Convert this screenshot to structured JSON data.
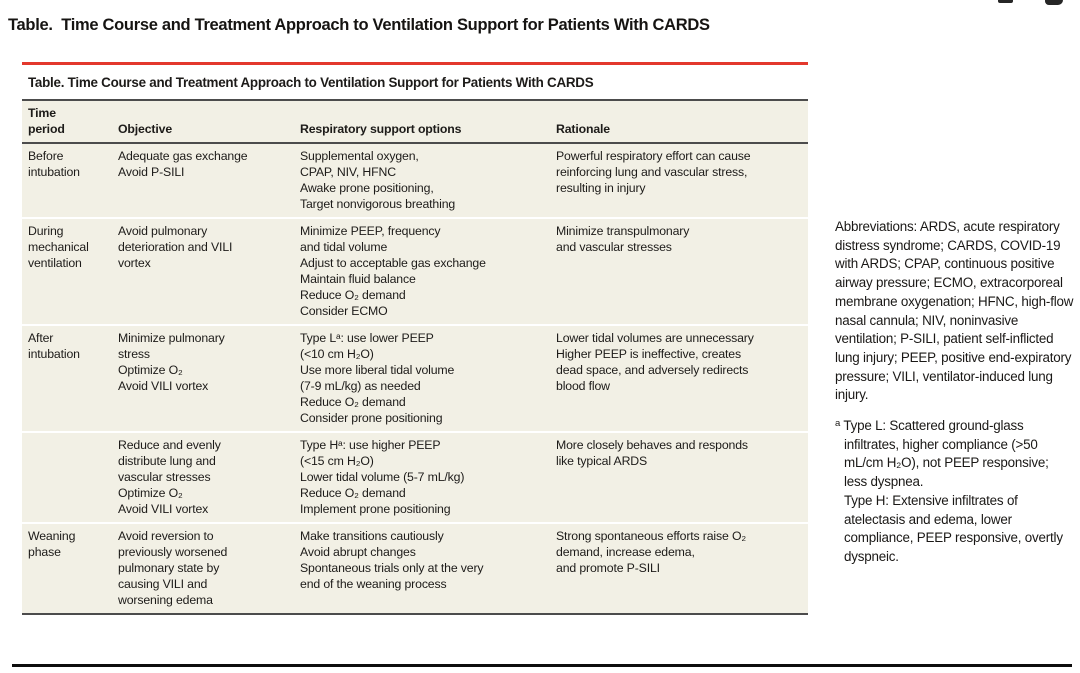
{
  "page": {
    "heading": "Table.  Time Course and Treatment Approach to Ventilation Support for Patients With CARDS"
  },
  "table": {
    "title": "Table. Time Course and Treatment Approach to Ventilation Support for Patients With CARDS",
    "columns": [
      [
        "Time",
        "period"
      ],
      "Objective",
      "Respiratory support options",
      "Rationale"
    ],
    "rows": [
      {
        "period": [
          "Before",
          "intubation"
        ],
        "objective": [
          "Adequate gas exchange",
          "Avoid P-SILI"
        ],
        "support": [
          "Supplemental oxygen,",
          "CPAP, NIV, HFNC",
          "Awake prone positioning,",
          "Target nonvigorous breathing"
        ],
        "rationale": [
          "Powerful respiratory effort can cause",
          "reinforcing lung and vascular stress,",
          "resulting in injury"
        ]
      },
      {
        "period": [
          "During",
          "mechanical",
          "ventilation"
        ],
        "objective": [
          "Avoid pulmonary",
          "deterioration and VILI",
          "vortex"
        ],
        "support": [
          "Minimize PEEP, frequency",
          "and tidal volume",
          "Adjust to acceptable gas exchange",
          "Maintain fluid balance",
          "Reduce O₂ demand",
          "Consider ECMO"
        ],
        "rationale": [
          "Minimize transpulmonary",
          "and vascular stresses"
        ]
      },
      {
        "period": [
          "After",
          "intubation"
        ],
        "objective": [
          "Minimize pulmonary",
          "stress",
          "Optimize O₂",
          "Avoid VILI vortex"
        ],
        "support": [
          "Type Lᵃ: use lower PEEP",
          "(<10 cm H₂O)",
          "Use more liberal tidal volume",
          "(7-9 mL/kg) as needed",
          "Reduce O₂ demand",
          "Consider prone positioning"
        ],
        "rationale": [
          "Lower tidal volumes are unnecessary",
          "Higher PEEP is ineffective, creates",
          "dead space, and adversely redirects",
          "blood flow"
        ]
      },
      {
        "period": [],
        "objective": [
          "Reduce and evenly",
          "distribute lung and",
          "vascular stresses",
          "Optimize O₂",
          "Avoid VILI vortex"
        ],
        "support": [
          "Type Hᵃ: use higher PEEP",
          "(<15 cm H₂O)",
          "Lower tidal volume (5-7 mL/kg)",
          "Reduce O₂ demand",
          "Implement prone positioning"
        ],
        "rationale": [
          "More closely behaves and responds",
          "like typical ARDS"
        ]
      },
      {
        "period": [
          "Weaning",
          "phase"
        ],
        "objective": [
          "Avoid reversion to",
          "previously worsened",
          "pulmonary state by",
          "causing VILI and",
          "worsening edema"
        ],
        "support": [
          "Make transitions cautiously",
          "Avoid abrupt changes",
          "Spontaneous trials only at the very",
          "end of the weaning process"
        ],
        "rationale": [
          "Strong spontaneous efforts raise O₂",
          "demand, increase edema,",
          "and promote P-SILI"
        ]
      }
    ]
  },
  "notes": {
    "abbreviations": "Abbreviations: ARDS, acute respiratory distress syndrome; CARDS, COVID-19 with ARDS; CPAP, continuous positive airway pressure; ECMO, extracorporeal membrane oxygenation; HFNC, high-flow nasal cannula; NIV, noninvasive ventilation; P-SILI, patient self-inflicted lung injury; PEEP, positive end-expiratory pressure; VILI, ventilator-induced lung injury.",
    "footnote_marker": "a",
    "footnote_type_l": "Type L: Scattered ground-glass infiltrates, higher compliance (>50 mL/cm H₂O), not PEEP responsive; less dyspnea.",
    "footnote_type_h": "Type H: Extensive infiltrates of atelectasis and edema, lower compliance, PEEP responsive, overtly dyspneic."
  },
  "colors": {
    "accent_red": "#e3382d",
    "table_bg": "#f2f0e5",
    "rule_dark": "#4c4c4c",
    "row_sep": "#ffffff",
    "text_dark": "#1d1b19"
  }
}
